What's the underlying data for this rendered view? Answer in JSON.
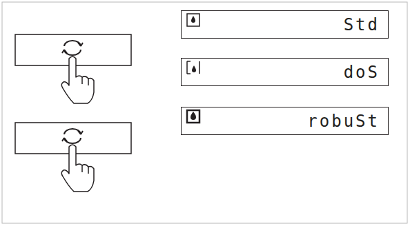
{
  "diagram": {
    "nodes": [
      {
        "text": [
          "Std"
        ]
      },
      {
        "text": [
          "doS"
        ]
      },
      {
        "text": [
          "robuSt"
        ]
      }
    ]
  }
}
